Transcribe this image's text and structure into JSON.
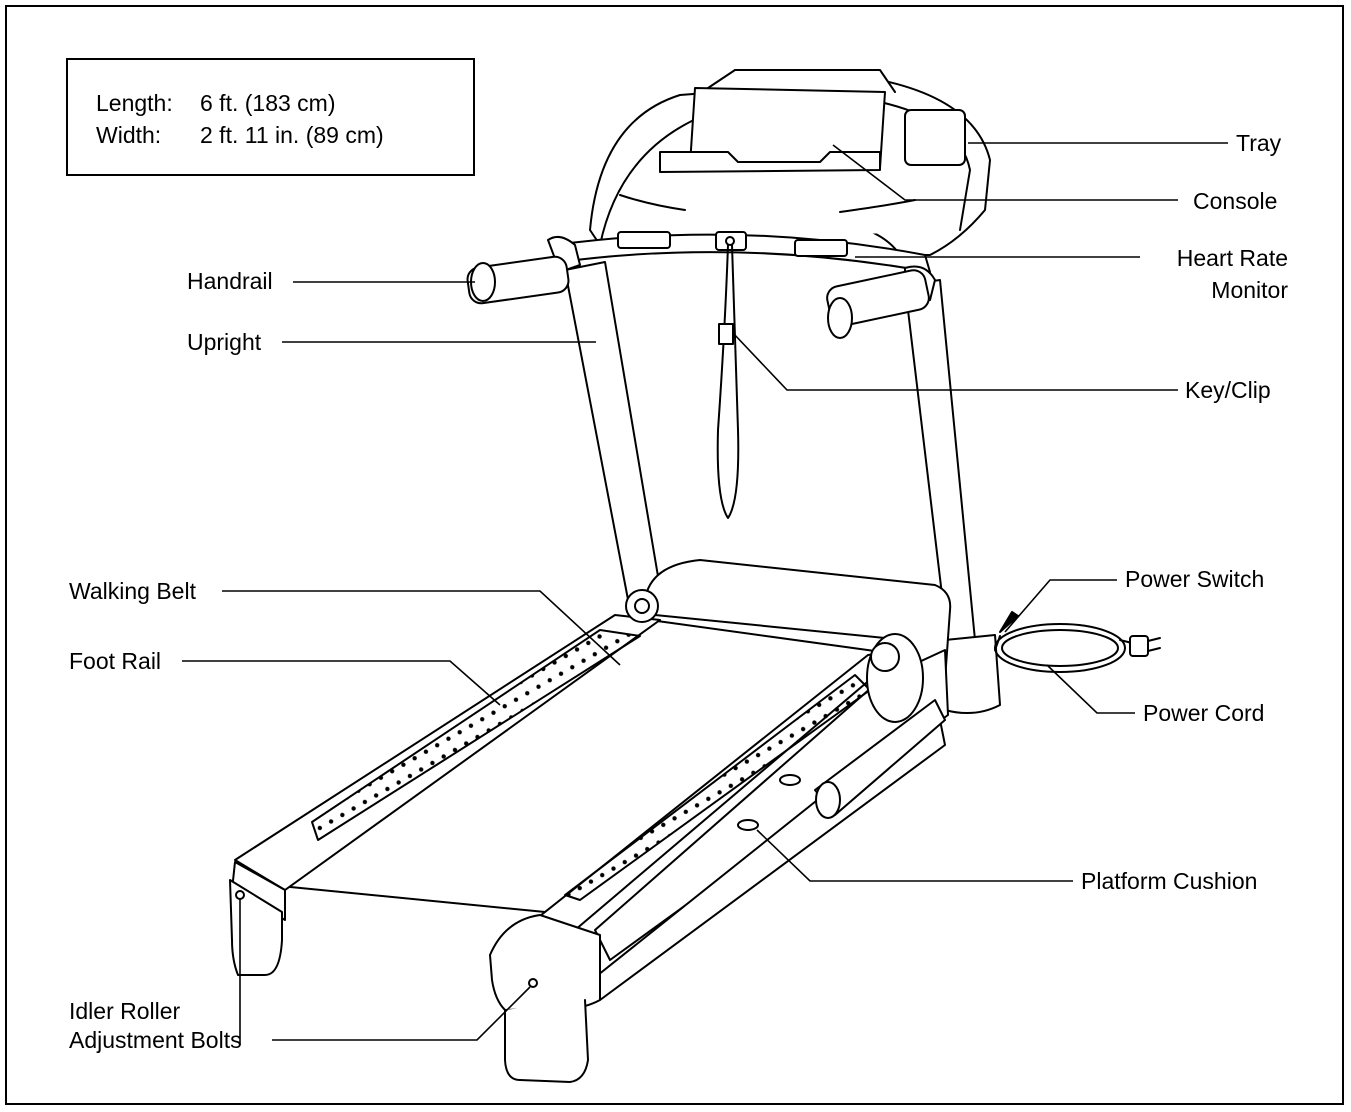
{
  "dimensions": {
    "length_label": "Length:",
    "length_value": "6 ft. (183 cm)",
    "width_label": "Width:",
    "width_value": "2 ft. 11 in. (89 cm)"
  },
  "labels": {
    "tray": "Tray",
    "console": "Console",
    "heart_rate_monitor_line1": "Heart Rate",
    "heart_rate_monitor_line2": "Monitor",
    "handrail": "Handrail",
    "upright": "Upright",
    "key_clip": "Key/Clip",
    "walking_belt": "Walking Belt",
    "power_switch": "Power Switch",
    "foot_rail": "Foot Rail",
    "power_cord": "Power Cord",
    "platform_cushion": "Platform Cushion",
    "idler_roller_line1": "Idler Roller",
    "idler_roller_line2": "Adjustment Bolts"
  }
}
